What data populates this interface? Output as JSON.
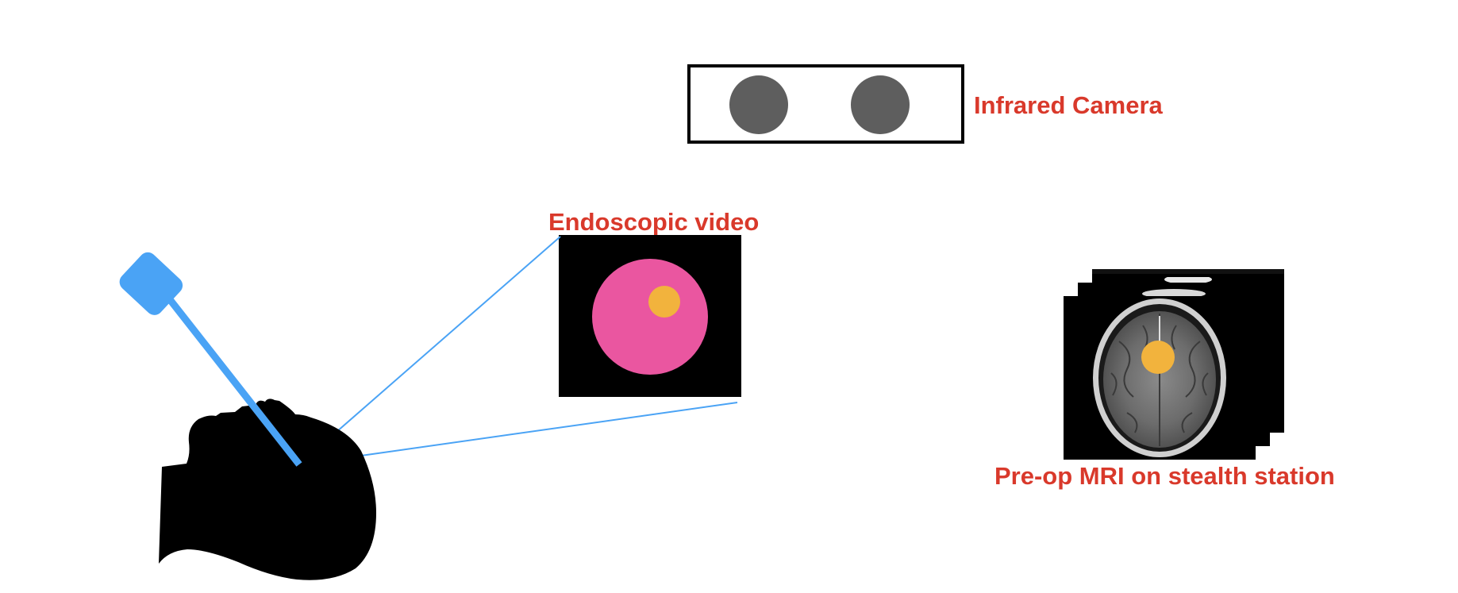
{
  "labels": {
    "camera": "Infrared Camera",
    "endoscope": "Endoscopic video",
    "mri": "Pre-op MRI on stealth station"
  },
  "colors": {
    "label_red": "#d9392b",
    "tracker_blue": "#4aa3f5",
    "camera_lens": "#5e5e5e",
    "endo_pink": "#ea56a0",
    "target_orange": "#f2b33d",
    "silhouette": "#000000"
  },
  "icons": {
    "camera": "infrared-camera-icon",
    "patient": "patient-head-silhouette",
    "probe": "tracked-endoscope-probe",
    "endo_view": "endoscopic-video-frame",
    "mri_stack": "mri-slice-stack"
  }
}
